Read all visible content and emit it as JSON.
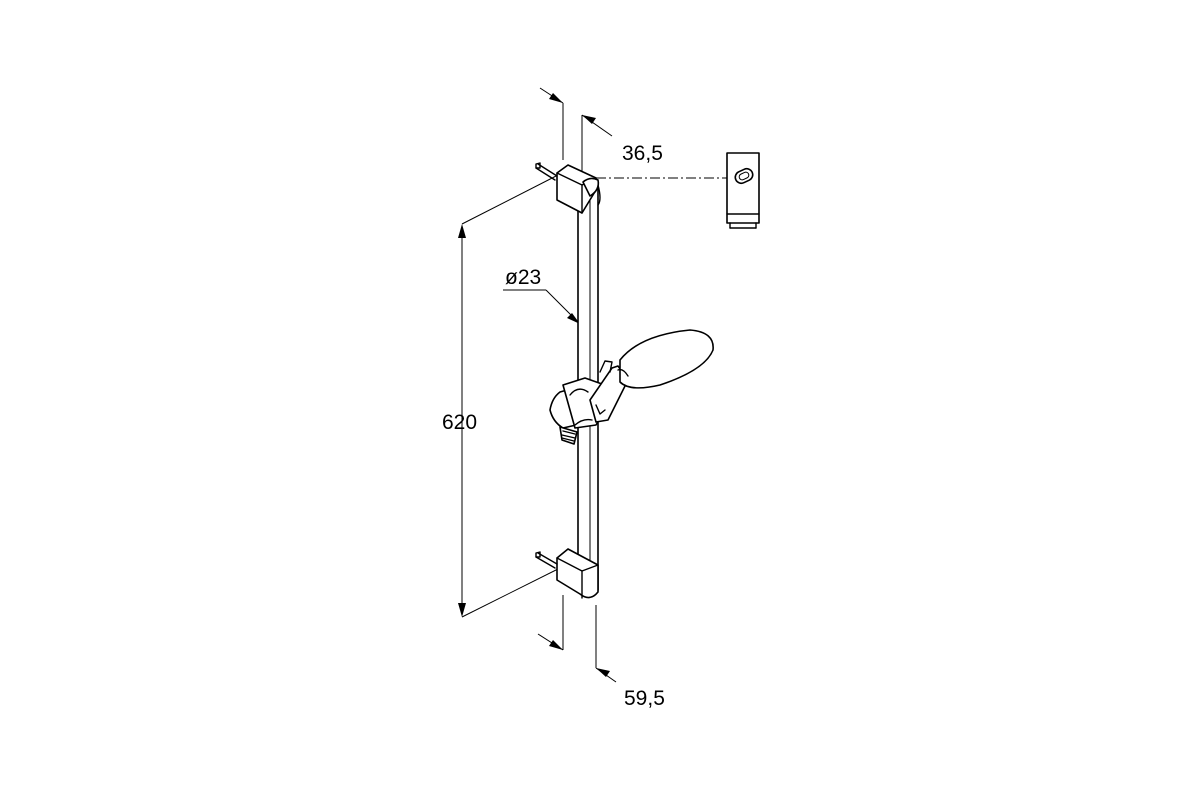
{
  "dimensions": {
    "offset_top": "36,5",
    "bar_diameter": "ø23",
    "bar_length": "620",
    "offset_bottom": "59,5"
  },
  "parts": [
    "shower-rail",
    "top-wall-bracket",
    "bottom-wall-bracket",
    "slider-holder",
    "hand-shower-head",
    "bracket-side-view"
  ],
  "colors": {
    "line": "#000000",
    "background": "#ffffff"
  }
}
